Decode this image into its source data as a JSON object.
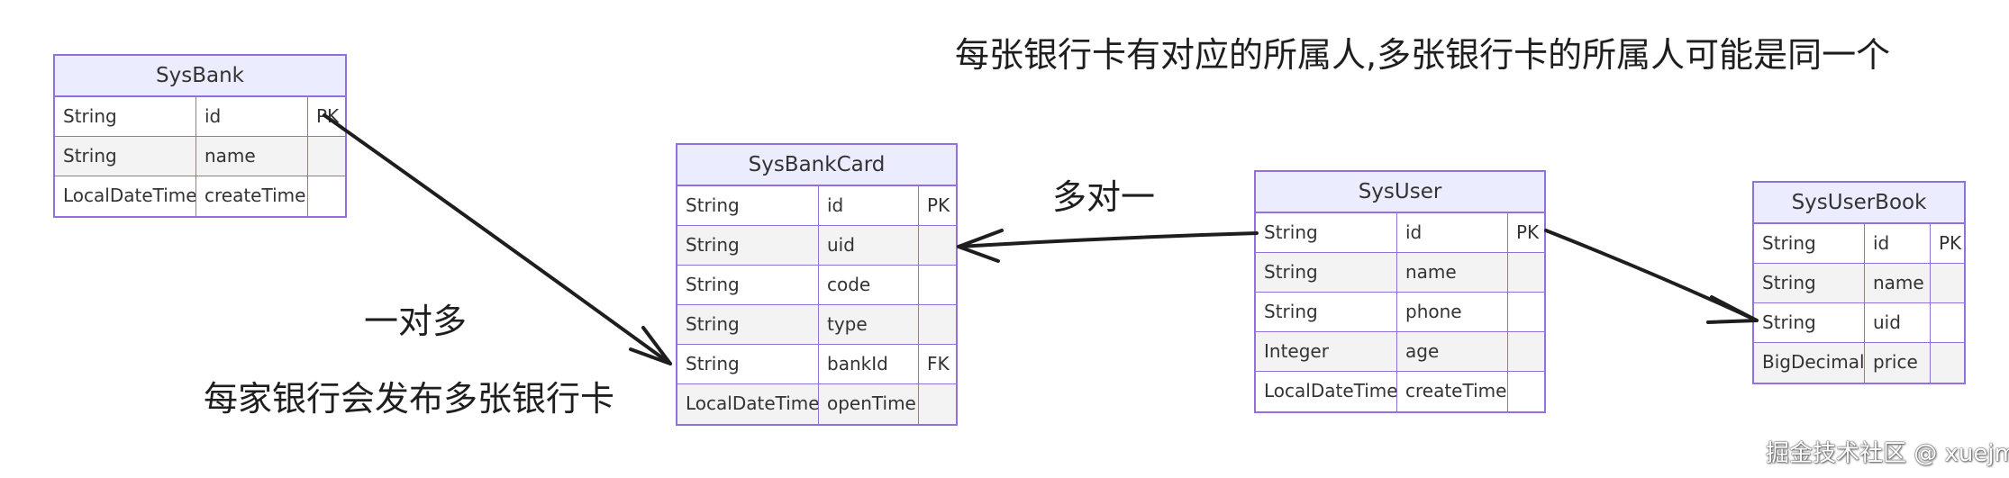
{
  "entities": {
    "sysbank": {
      "name": "SysBank",
      "rows": [
        [
          "String",
          "id",
          "PK"
        ],
        [
          "String",
          "name",
          ""
        ],
        [
          "LocalDateTime",
          "createTime",
          ""
        ]
      ]
    },
    "sysbankcard": {
      "name": "SysBankCard",
      "rows": [
        [
          "String",
          "id",
          "PK"
        ],
        [
          "String",
          "uid",
          ""
        ],
        [
          "String",
          "code",
          ""
        ],
        [
          "String",
          "type",
          ""
        ],
        [
          "String",
          "bankId",
          "FK"
        ],
        [
          "LocalDateTime",
          "openTime",
          ""
        ]
      ]
    },
    "sysuser": {
      "name": "SysUser",
      "rows": [
        [
          "String",
          "id",
          "PK"
        ],
        [
          "String",
          "name",
          ""
        ],
        [
          "String",
          "phone",
          ""
        ],
        [
          "Integer",
          "age",
          ""
        ],
        [
          "LocalDateTime",
          "createTime",
          ""
        ]
      ]
    },
    "sysuserbook": {
      "name": "SysUserBook",
      "rows": [
        [
          "String",
          "id",
          "PK"
        ],
        [
          "String",
          "name",
          ""
        ],
        [
          "String",
          "uid",
          ""
        ],
        [
          "BigDecimal",
          "price",
          ""
        ]
      ]
    }
  },
  "annotations": {
    "card_owner_note": "每张银行卡有对应的所属人,多张银行卡的所属人可能是同一个",
    "many_to_one": "多对一",
    "one_to_many": "一对多",
    "bank_issues_note": "每家银行会发布多张银行卡"
  },
  "watermark": "掘金技术社区 @ xuejm",
  "colors": {
    "entity_border": "#9370db",
    "entity_header": "#ececff",
    "row_alt": "#f3f3f3",
    "ink": "#1e1e1e"
  }
}
